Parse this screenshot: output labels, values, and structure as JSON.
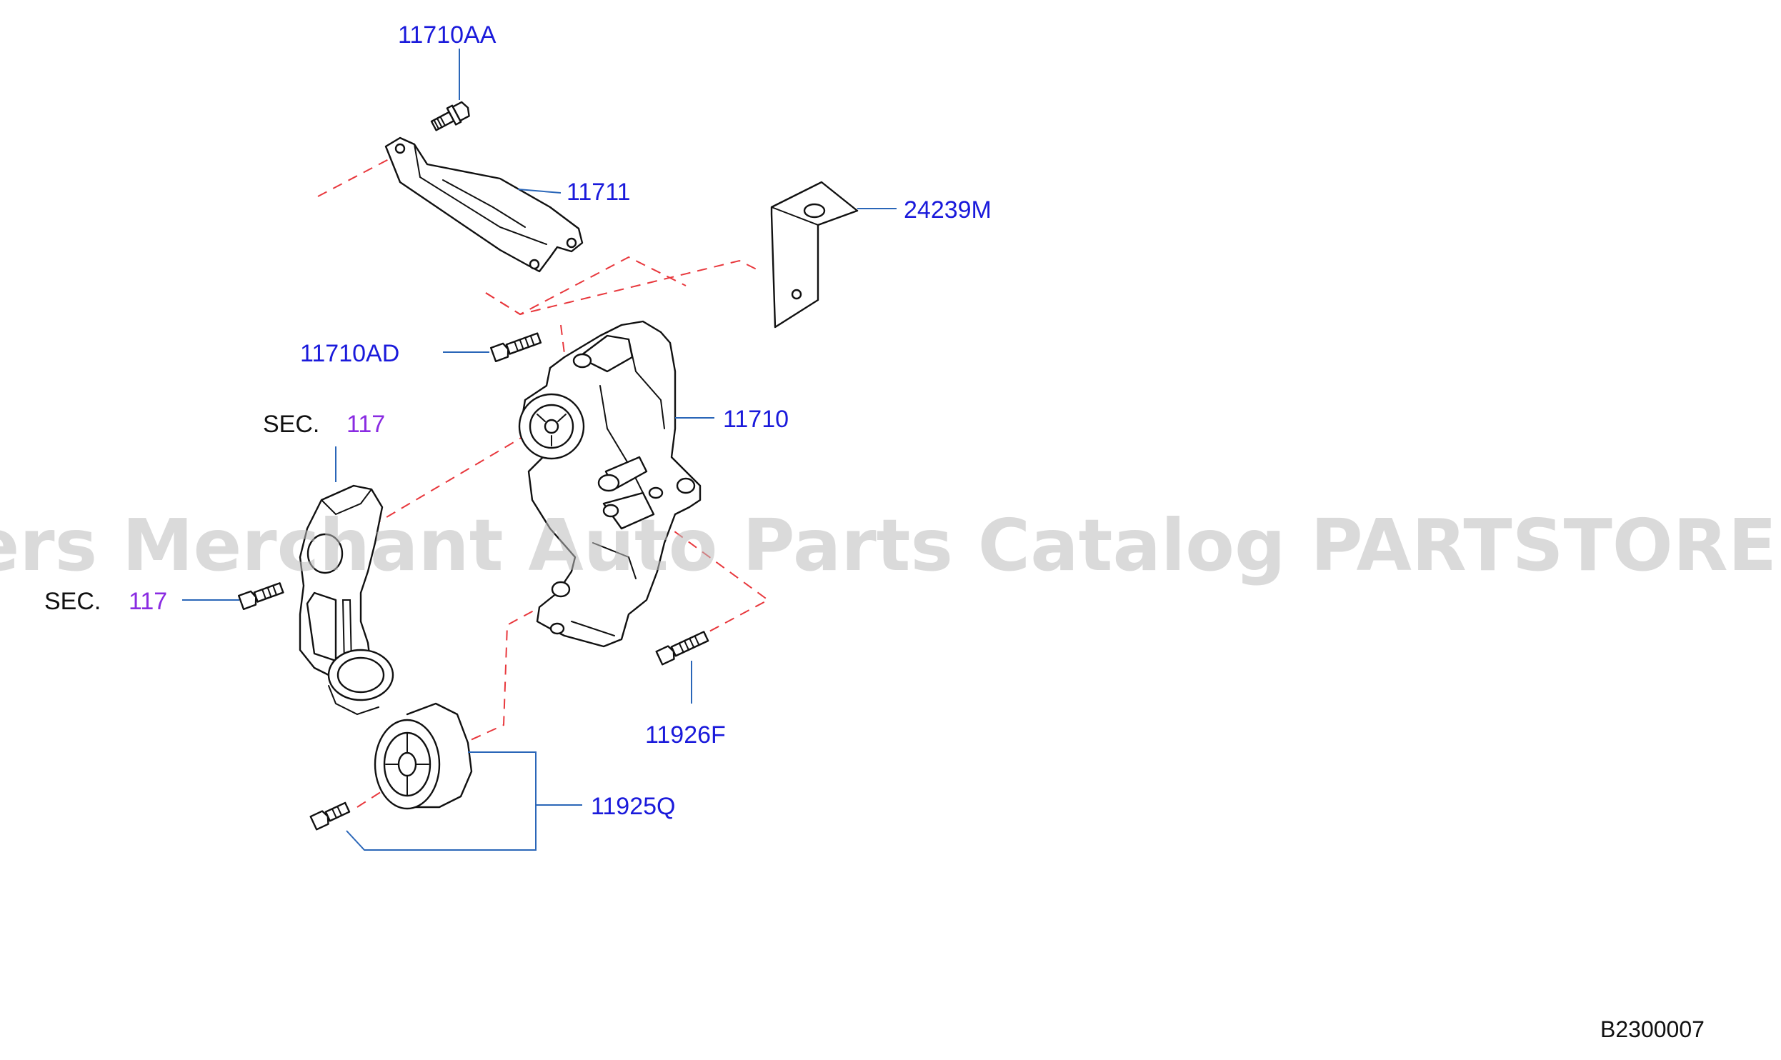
{
  "diagram_code": "B2300007",
  "watermark": "Offers Merchant Auto Parts Catalog PARTSTORE.SA",
  "parts": [
    {
      "id": "p11710AA",
      "label": "11710AA"
    },
    {
      "id": "p11711",
      "label": "11711"
    },
    {
      "id": "p24239M",
      "label": "24239M"
    },
    {
      "id": "p11710AD",
      "label": "11710AD"
    },
    {
      "id": "p11710",
      "label": "11710"
    },
    {
      "id": "p11926F",
      "label": "11926F"
    },
    {
      "id": "p11925Q",
      "label": "11925Q"
    }
  ],
  "section_refs": [
    {
      "prefix": "SEC.",
      "number": "117"
    },
    {
      "prefix": "SEC.",
      "number": "117"
    }
  ],
  "colors": {
    "part_label": "#1a1adb",
    "section_number": "#8a2be2",
    "leader": "#2a66b8",
    "dashed_guide": "#e8383d"
  }
}
